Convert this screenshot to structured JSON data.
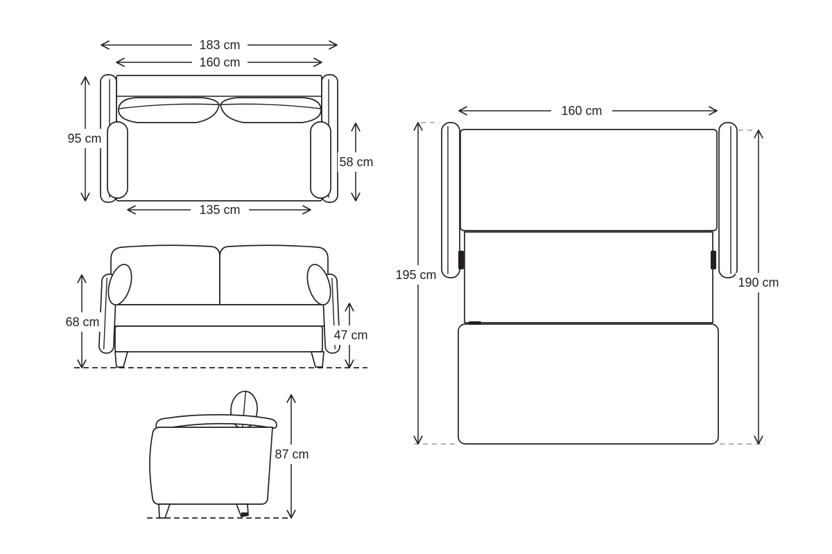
{
  "page": {
    "background": "#ffffff",
    "line_color": "#231f20",
    "dash_color": "#9a9a9a"
  },
  "views": {
    "top": {
      "name": "sofa top view",
      "dims": {
        "total_width": "183 cm",
        "back_width": "160 cm",
        "depth": "95 cm",
        "seat_depth": "58 cm",
        "seat_width": "135 cm"
      }
    },
    "front": {
      "name": "sofa front view",
      "dims": {
        "arm_height": "68 cm",
        "seat_height": "47 cm"
      }
    },
    "side": {
      "name": "sofa side view",
      "dims": {
        "total_height": "87 cm"
      }
    },
    "bed": {
      "name": "sofa bed unfolded top view",
      "dims": {
        "mattress_width": "160 cm",
        "total_length": "195 cm",
        "mattress_length": "190 cm"
      }
    }
  }
}
